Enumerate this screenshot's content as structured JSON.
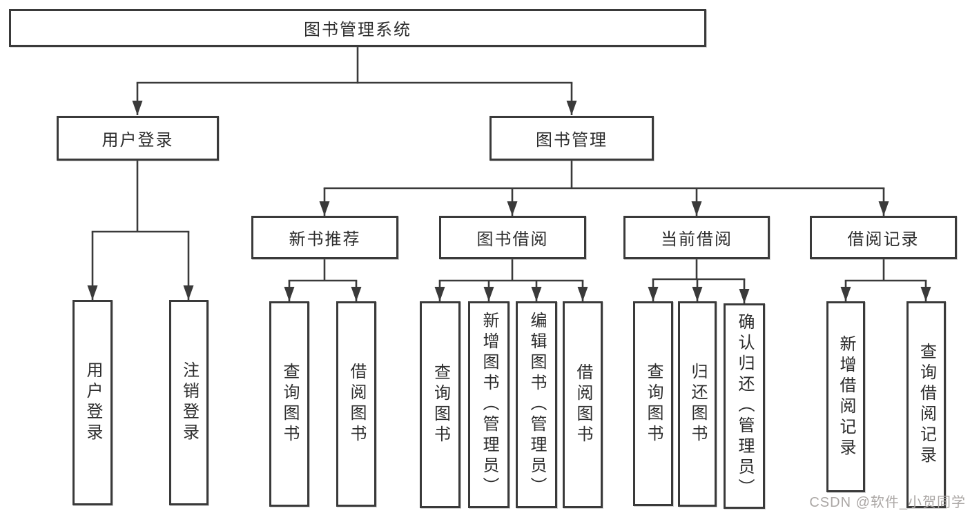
{
  "tree": {
    "label": "图书管理系统",
    "children": [
      {
        "label": "用户登录",
        "children": [
          {
            "label": "用户登录"
          },
          {
            "label": "注销登录"
          }
        ]
      },
      {
        "label": "图书管理",
        "children": [
          {
            "label": "新书推荐",
            "children": [
              {
                "label": "查询图书"
              },
              {
                "label": "借阅图书"
              }
            ]
          },
          {
            "label": "图书借阅",
            "children": [
              {
                "label": "查询图书"
              },
              {
                "label": "新增图书（管理员）"
              },
              {
                "label": "编辑图书（管理员）"
              },
              {
                "label": "借阅图书"
              }
            ]
          },
          {
            "label": "当前借阅",
            "children": [
              {
                "label": "查询图书"
              },
              {
                "label": "归还图书"
              },
              {
                "label": "确认归还（管理员）"
              }
            ]
          },
          {
            "label": "借阅记录",
            "children": [
              {
                "label": "新增借阅记录"
              },
              {
                "label": "查询借阅记录"
              }
            ]
          }
        ]
      }
    ]
  },
  "watermark": {
    "text": "CSDN @软件_小贺同学"
  },
  "colors": {
    "line": "#3a3a3a",
    "box_border": "#3a3a3a",
    "box_bg": "#ffffff",
    "text": "#2d2d2d",
    "watermark": "#aba7a5"
  }
}
